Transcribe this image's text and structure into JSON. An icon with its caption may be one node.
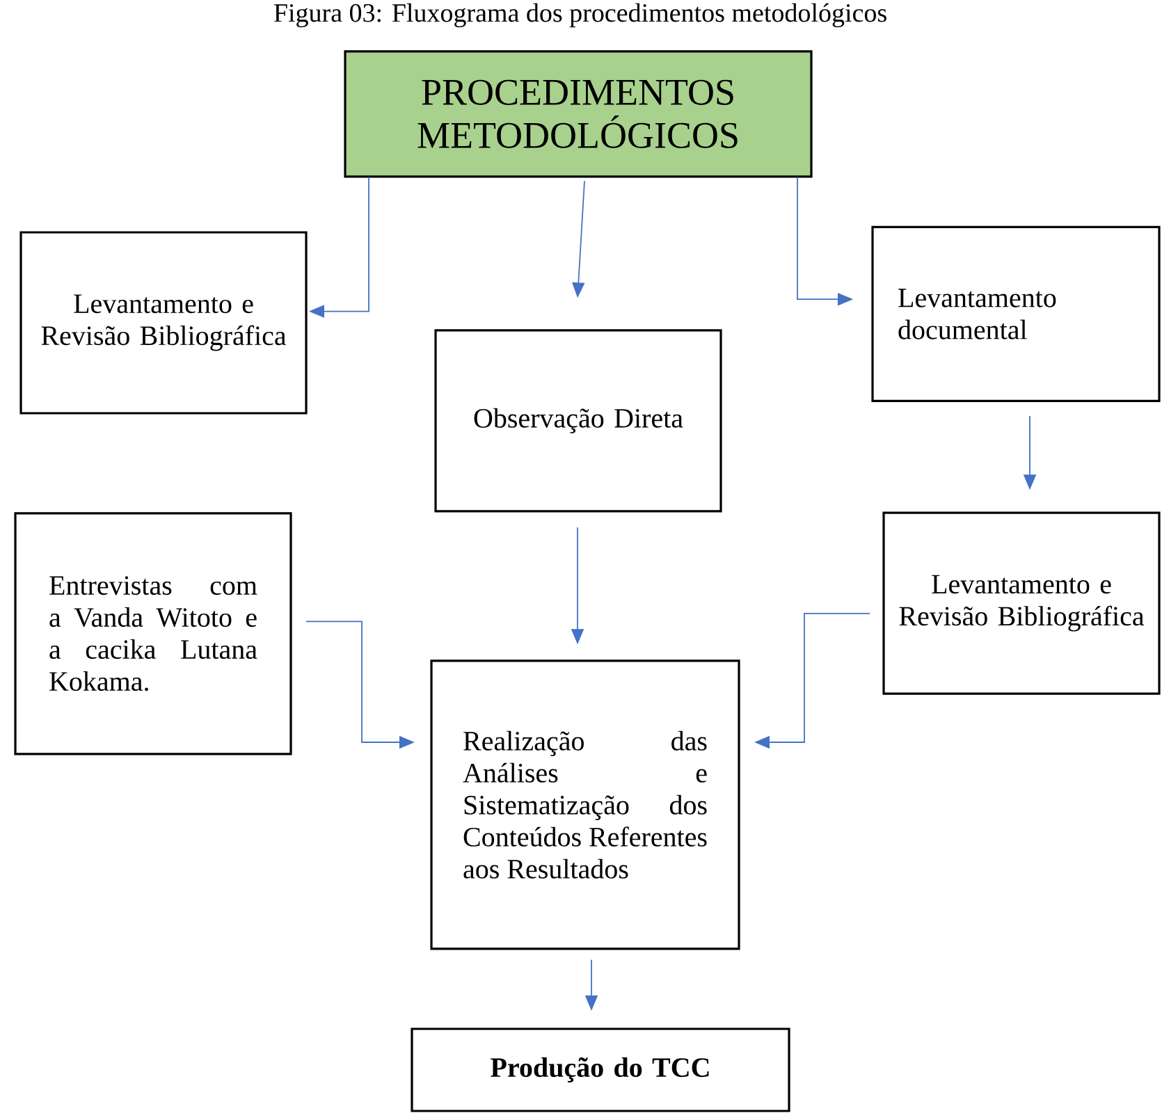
{
  "diagram": {
    "title": "Figura 03: Fluxograma dos procedimentos metodológicos",
    "nodes": [
      {
        "text": [
          "PROCEDIMENTOS METODOLÓGICOS"
        ]
      },
      {
        "text": [
          "Levantamento e Revisão Bibliográfica"
        ]
      },
      {
        "text": [
          "Observação Direta"
        ]
      },
      {
        "text": [
          "Levantamento documental"
        ]
      },
      {
        "text": [
          "Entrevistas com a Vanda Witoto e a cacika Lutana Kokama."
        ]
      },
      {
        "text": [
          "Levantamento e Revisão Bibliográfica"
        ]
      },
      {
        "text": [
          "Realização das Análises e Sistematização dos Conteúdos Referentes aos Resultados"
        ]
      },
      {
        "text": [
          "Produção do TCC"
        ]
      }
    ],
    "edges": [
      {
        "from": 0,
        "to": 1,
        "arrow": "to"
      },
      {
        "from": 0,
        "to": 2,
        "arrow": "to"
      },
      {
        "from": 0,
        "to": 3,
        "arrow": "to"
      },
      {
        "from": 3,
        "to": 5,
        "arrow": "to"
      },
      {
        "from": 2,
        "to": 6,
        "arrow": "to"
      },
      {
        "from": 4,
        "to": 6,
        "arrow": "to"
      },
      {
        "from": 5,
        "to": 6,
        "arrow": "to"
      },
      {
        "from": 6,
        "to": 7,
        "arrow": "to"
      }
    ]
  }
}
